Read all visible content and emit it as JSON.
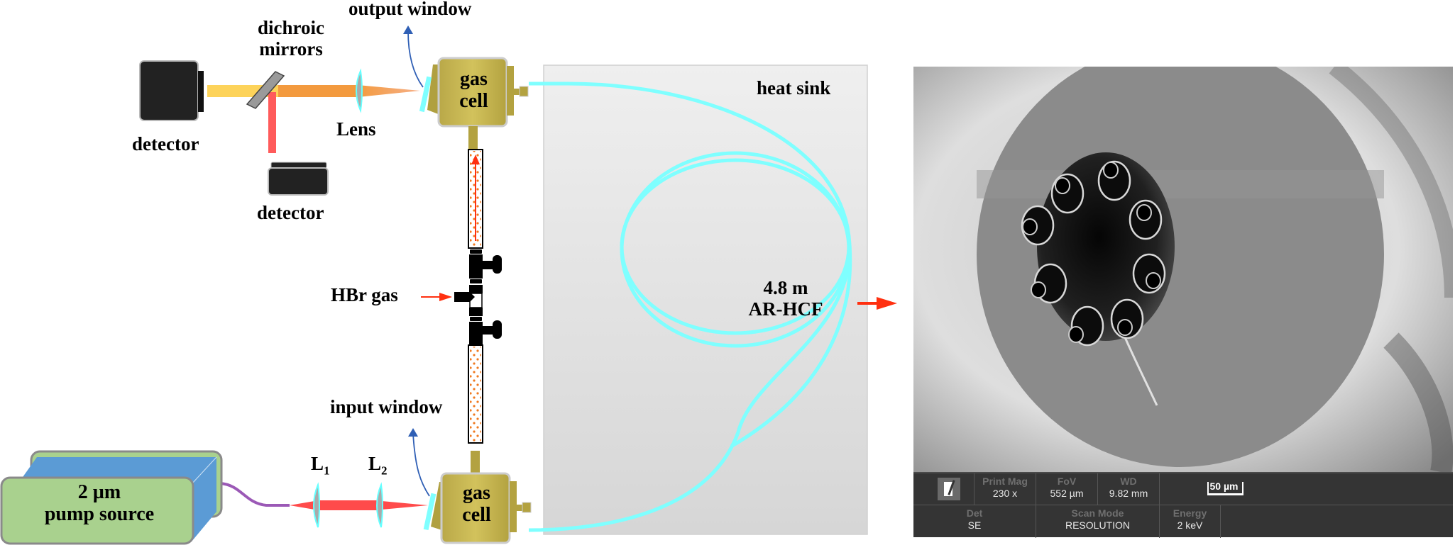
{
  "figure": {
    "title": "HBr-filled AR-HCF gas laser experimental setup",
    "colors": {
      "fiber": "#7fffff",
      "pump_beam": "#ff4b4b",
      "signal_beam_yellow": "#fdd35a",
      "signal_beam_orange": "#f39a3e",
      "gas_cell": "#c2b04a",
      "detector": "#222222",
      "pump_front": "#a9d18e",
      "pump_side": "#5b9bd5",
      "heat_sink": "#e2e2e2",
      "arrow_red": "#ff3010",
      "arrow_blue": "#2f5fb5",
      "sem_bar_bg": "#343434"
    }
  },
  "labels": {
    "output_window": "output window",
    "dichroic_line1": "dichroic",
    "dichroic_line2": "mirrors",
    "detector_top": "detector",
    "detector_bottom": "detector",
    "lens": "Lens",
    "gas_cell_top_line1": "gas",
    "gas_cell_top_line2": "cell",
    "gas_cell_bottom_line1": "gas",
    "gas_cell_bottom_line2": "cell",
    "heat_sink": "heat sink",
    "fiber_length": "4.8 m",
    "fiber_type": "AR-HCF",
    "hbr_gas": "HBr gas",
    "input_window": "input window",
    "l1_main": "L",
    "l1_sub": "1",
    "l2_main": "L",
    "l2_sub": "2",
    "pump_line1": "2 µm",
    "pump_line2": "pump source"
  },
  "sem": {
    "icon": "sem-logo-icon",
    "row1": [
      {
        "header": "Print Mag",
        "value": "230 x"
      },
      {
        "header": "FoV",
        "value": "552 µm"
      },
      {
        "header": "WD",
        "value": "9.82 mm"
      }
    ],
    "scale_bar": "50 µm",
    "row2": [
      {
        "header": "Det",
        "value": "SE"
      },
      {
        "header": "Scan Mode",
        "value": "RESOLUTION"
      },
      {
        "header": "Energy",
        "value": "2 keV"
      }
    ],
    "capillary_count": 8
  }
}
